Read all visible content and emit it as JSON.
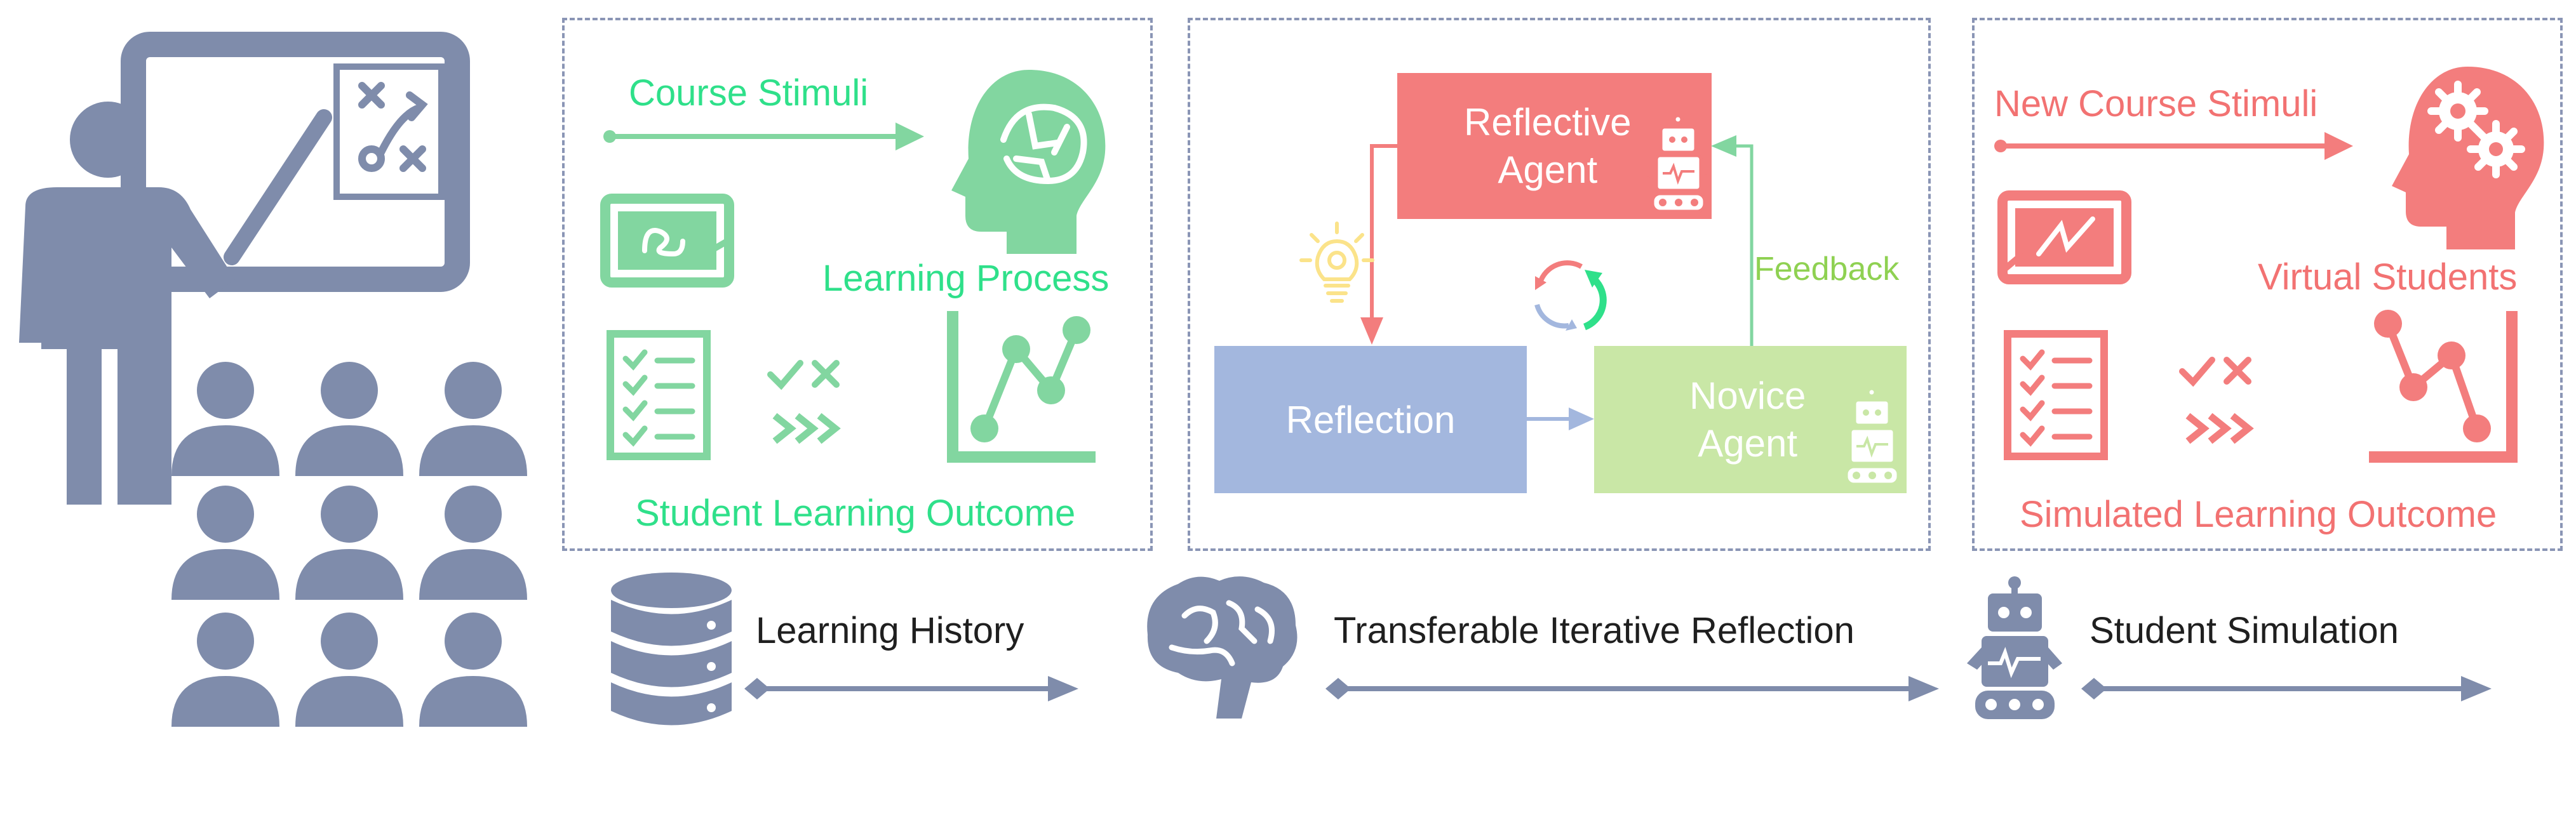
{
  "colors": {
    "slate": "#7f8cab",
    "green": "#82d6a0",
    "green_text": "#2fe08a",
    "red": "#f37d7d",
    "red_text": "#f27272",
    "blue_box": "#a3b7de",
    "green_box": "#c9e7a6",
    "feedback_text": "#8fd152",
    "bulb": "#fbe38a",
    "dashed_border": "#8a95b5"
  },
  "panel_history": {
    "stimuli_label": "Course Stimuli",
    "process_label": "Learning Process",
    "outcome_label": "Student Learning Outcome"
  },
  "panel_reflection": {
    "reflective_agent_label": "Reflective\nAgent",
    "reflection_label": "Reflection",
    "novice_agent_label": "Novice\nAgent",
    "feedback_label": "Feedback"
  },
  "panel_simulation": {
    "stimuli_label": "New Course Stimuli",
    "students_label": "Virtual Students",
    "outcome_label": "Simulated Learning Outcome"
  },
  "bottom": {
    "history_label": "Learning History",
    "reflection_label": "Transferable Iterative Reflection",
    "simulation_label": "Student Simulation"
  },
  "icons": [
    "teacher-icon",
    "whiteboard-icon",
    "students-icon",
    "brain-head-icon",
    "chalkboard-icon",
    "checklist-icon",
    "check-cross-icon",
    "chevrons-icon",
    "line-chart-icon",
    "robot-icon",
    "lightbulb-icon",
    "cycle-icon",
    "database-icon",
    "brain-icon",
    "gears-head-icon"
  ]
}
